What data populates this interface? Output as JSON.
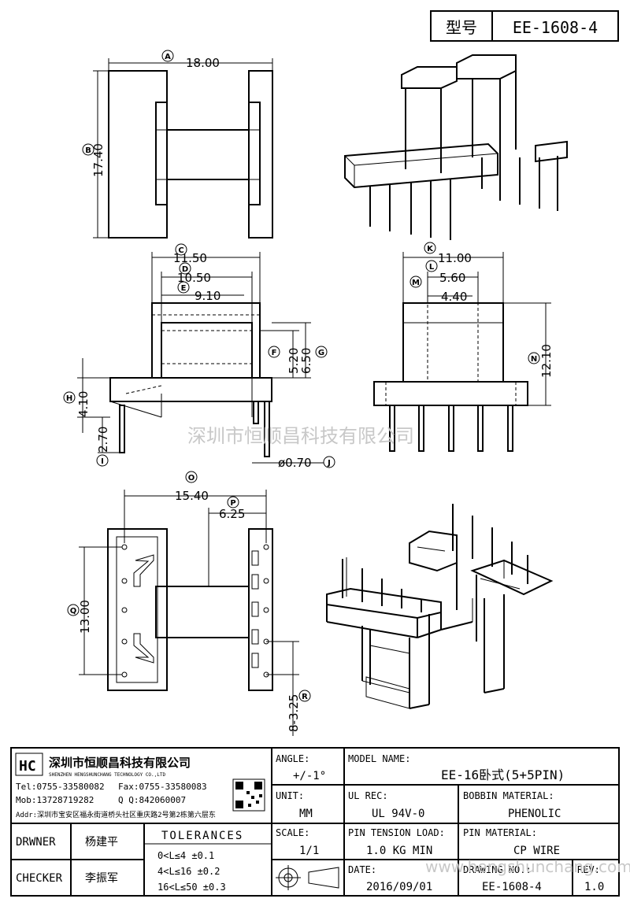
{
  "header": {
    "model_label": "型号",
    "model_value": "EE-1608-4"
  },
  "dimensions": {
    "A": "18.00",
    "B": "17.40",
    "C": "11.50",
    "D": "10.50",
    "E": "9.10",
    "F": "5.20",
    "G": "6.50",
    "H": "4.10",
    "I": "2.70",
    "J": "ø0.70",
    "K": "11.00",
    "L": "5.60",
    "M": "4.40",
    "N": "12.10",
    "O": "15.40",
    "P": "6.25",
    "Q": "13.00",
    "R": "8-3.25"
  },
  "watermark": "深圳市恒顺昌科技有限公司",
  "watermark_url": "www.hengshunchang.com",
  "company": {
    "name_cn": "深圳市恒顺昌科技有限公司",
    "name_en": "SHENZHEN HENGSHUNCHANG TECHNOLOGY CO.,LTD",
    "tel": "Tel:0755-33580082",
    "fax": "Fax:0755-33580083",
    "mob": "Mob:13728719282",
    "qq": "Q  Q:842060007",
    "addr": "Addr:深圳市宝安区福永街道桥头社区重庆路2号第2栋第六层东"
  },
  "title_block": {
    "angle_label": "ANGLE:",
    "angle_value": "+/-1°",
    "unit_label": "UNIT:",
    "unit_value": "MM",
    "scale_label": "SCALE:",
    "scale_value": "1/1",
    "model_name_label": "MODEL NAME:",
    "model_name_value": "EE-16卧式(5+5PIN)",
    "ul_label": "UL REC:",
    "ul_value": "UL 94V-0",
    "bobbin_label": "BOBBIN MATERIAL:",
    "bobbin_value": "PHENOLIC",
    "tension_label": "PIN TENSION LOAD:",
    "tension_value": "1.0 KG MIN",
    "pin_label": "PIN MATERIAL:",
    "pin_value": "CP WIRE",
    "date_label": "DATE:",
    "date_value": "2016/09/01",
    "drawing_label": "DRAWING NO.:",
    "drawing_value": "EE-1608-4",
    "rev_label": "REV:",
    "rev_value": "1.0",
    "drawer_label": "DRWNER",
    "drawer_value": "杨建平",
    "checker_label": "CHECKER",
    "checker_value": "李振军",
    "tolerances_label": "TOLERANCES",
    "tol1": "0<L≤4    ±0.1",
    "tol2": "4<L≤16   ±0.2",
    "tol3": "16<L≤50  ±0.3"
  }
}
